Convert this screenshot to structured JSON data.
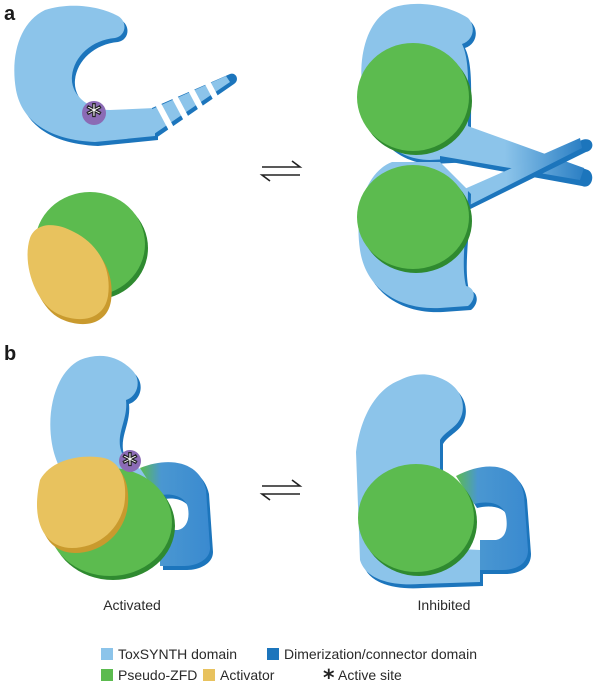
{
  "panels": {
    "a": {
      "label": "a"
    },
    "b": {
      "label": "b",
      "left_caption": "Activated",
      "right_caption": "Inhibited"
    }
  },
  "legend": [
    {
      "label": "ToxSYNTH domain",
      "color": "#8cc4ea"
    },
    {
      "label": "Dimerization/connector domain",
      "color": "#1c75bc"
    },
    {
      "label": "Pseudo-ZFD",
      "color": "#5cbb4f"
    },
    {
      "label": "Activator",
      "color": "#e8c25e"
    },
    {
      "label": "Active site",
      "symbol": "asterisk"
    }
  ],
  "colors": {
    "toxsynth": "#8cc4ea",
    "toxsynth_edge": "#1c75bc",
    "connector": "#4a97d1",
    "pseudo_zfd": "#5cbb4f",
    "pseudo_zfd_edge": "#2f8a30",
    "activator": "#e8c25e",
    "activator_edge": "#c99a2e",
    "active_site": "#8b6bb5"
  },
  "icons": {
    "equilibrium": "equilibrium-arrows-icon",
    "active_site": "asterisk-icon"
  }
}
